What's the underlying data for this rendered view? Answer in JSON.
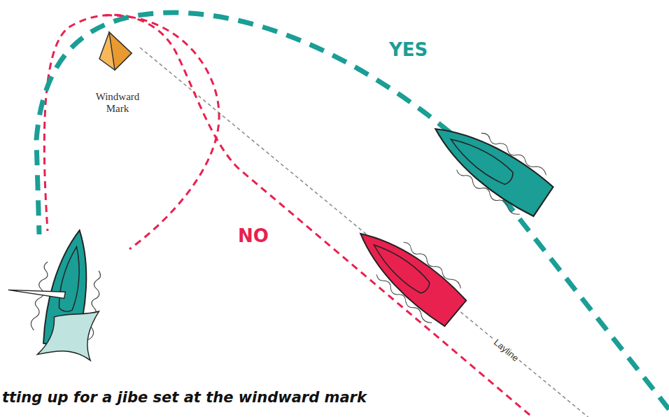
{
  "diagram": {
    "caption": "tting up for a jibe set at the windward mark",
    "nodes": [
      {
        "text": [
          "Windward Mark"
        ]
      }
    ],
    "labels": [
      "YES",
      "NO",
      "Layline"
    ]
  }
}
